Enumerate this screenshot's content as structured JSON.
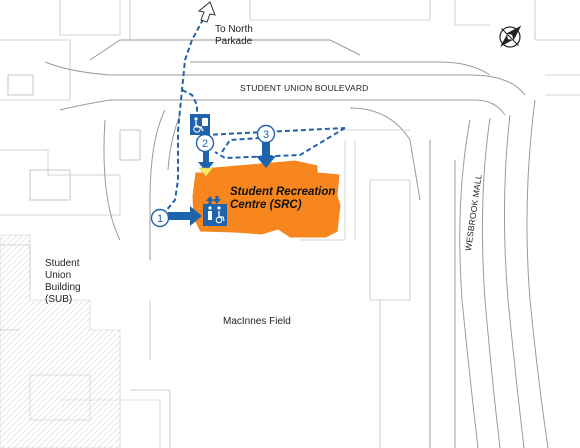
{
  "map": {
    "building": {
      "name_line1": "Student Recreation",
      "name_line2": "Centre (SRC)",
      "color": "#f7861e"
    },
    "labels": {
      "road_boulevard": "STUDENT UNION BOULEVARD",
      "road_mall": "WESBROOK MALL",
      "to_parkade_line1": "To North",
      "to_parkade_line2": "Parkade",
      "sub_line1": "Student",
      "sub_line2": "Union",
      "sub_line3": "Building",
      "sub_line4": "(SUB)",
      "field": "MacInnes Field"
    },
    "markers": [
      {
        "number": "1"
      },
      {
        "number": "2"
      },
      {
        "number": "3"
      }
    ],
    "icons": [
      "accessible-parking-icon",
      "accessible-washroom-icon",
      "north-compass-icon"
    ],
    "colors": {
      "route": "#1f63ad",
      "building": "#f7861e",
      "street_lines": "#9a9a9a",
      "arrow_yellow": "#f5e86a"
    }
  }
}
